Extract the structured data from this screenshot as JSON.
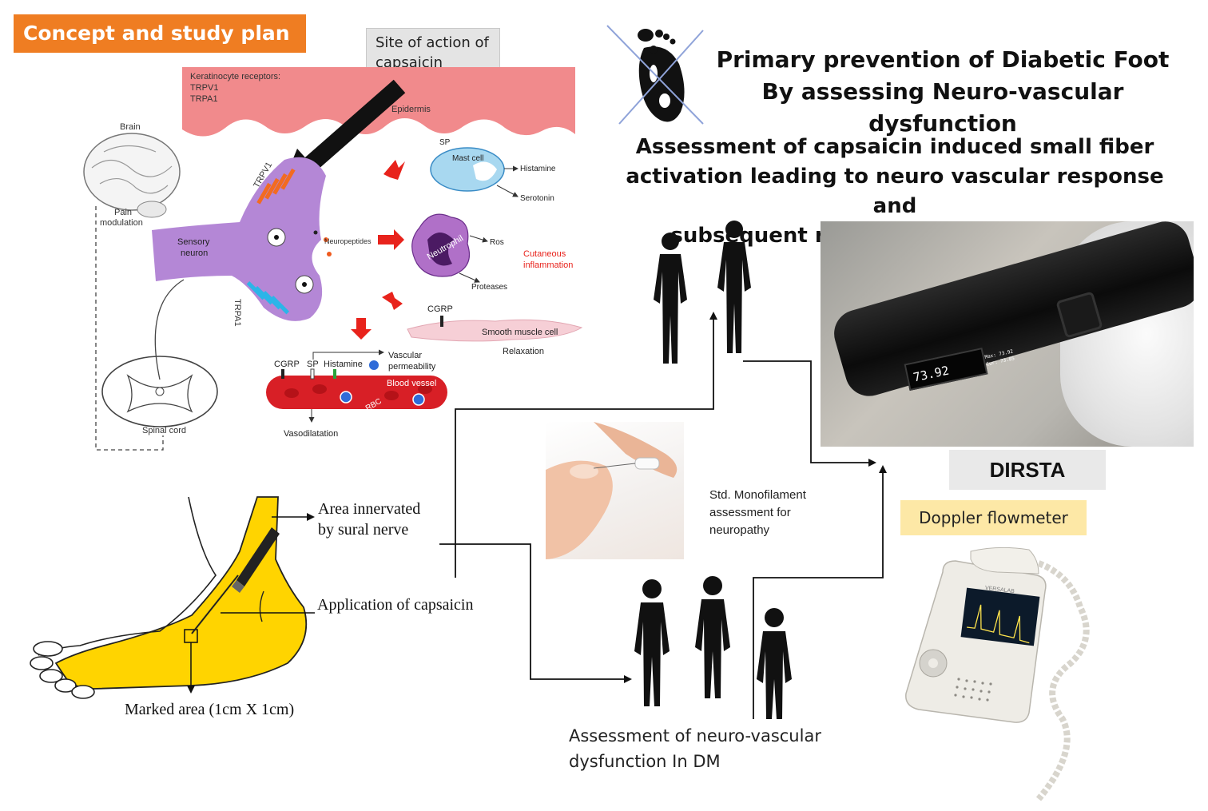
{
  "header": {
    "concept_label": "Concept and study plan",
    "site_label_line1": "Site of action of",
    "site_label_line2": "capsaicin"
  },
  "title": {
    "line1": "Primary prevention of Diabetic Foot",
    "line2": "By assessing Neuro-vascular dysfunction"
  },
  "assessment_text": {
    "line1": "Assessment of capsaicin induced small fiber",
    "line2": "activation leading to neuro vascular response and",
    "line3": "subsequent raise in local temperature"
  },
  "mechanism": {
    "keratinocyte_title": "Keratinocyte receptors:",
    "receptor1": "TRPV1",
    "receptor2": "TRPA1",
    "epidermis": "Epidermis",
    "brain": "Brain",
    "pain_modulation_1": "Pain",
    "pain_modulation_2": "modulation",
    "spinal_cord": "Spinal cord",
    "sensory_neuron_1": "Sensory",
    "sensory_neuron_2": "neuron",
    "trpv1_label": "TRPV1",
    "trpa1_label": "TRPA1",
    "neuropeptides": "Neuropeptides",
    "sp": "SP",
    "mast_cell": "Mast cell",
    "histamine": "Histamine",
    "serotonin": "Serotonin",
    "neutrophil": "Neutrophil",
    "ros": "Ros",
    "proteases": "Proteases",
    "cutaneous_1": "Cutaneous",
    "cutaneous_2": "inflammation",
    "cgrp": "CGRP",
    "smooth_muscle": "Smooth muscle cell",
    "relaxation": "Relaxation",
    "vessel_cgrp": "CGRP",
    "vessel_sp": "SP",
    "vessel_histamine": "Histamine",
    "vascular_1": "Vascular",
    "vascular_2": "permeability",
    "blood_vessel": "Blood vessel",
    "rbc": "RBC",
    "vasodilatation": "Vasodilatation"
  },
  "foot": {
    "area_innervated_1": "Area innervated",
    "area_innervated_2": "by sural nerve",
    "application": "Application of capsaicin",
    "marked_area": "Marked area (1cm X 1cm)"
  },
  "monofilament": {
    "line1": "Std. Monofilament",
    "line2": "assessment for",
    "line3": "neuropathy"
  },
  "dm_assessment": {
    "line1": "Assessment  of neuro-vascular",
    "line2": "dysfunction In DM"
  },
  "devices": {
    "dirsta": "DIRSTA",
    "doppler": "Doppler flowmeter",
    "lcd_reading": "73.92",
    "lcd_max": "Max: 73.92",
    "lcd_cur": "Cur: 73.85",
    "doppler_brand": "VERSALAB"
  },
  "colors": {
    "orange": "#ef7d22",
    "epidermis": "#f18a8c",
    "neuron": "#b487d6",
    "foot_yellow": "#ffd400",
    "blood": "#d81f26",
    "arrow_red": "#e8231c"
  }
}
